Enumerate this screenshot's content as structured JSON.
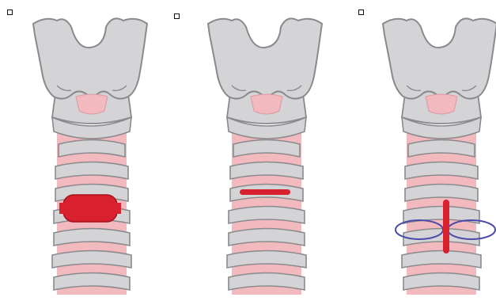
{
  "colors": {
    "cartilage": "#d4d4d6",
    "cartilage_outline": "#8a8a8e",
    "ring_gap": "#f2b9bf",
    "incision": "#d9202f",
    "suture": "#4a4aa8",
    "background": "#ffffff"
  },
  "panels": [
    {
      "marker": "square-marker",
      "incision_type": "window-excision"
    },
    {
      "marker": "square-marker",
      "incision_type": "horizontal-slit"
    },
    {
      "marker": "square-marker",
      "incision_type": "vertical-slit-with-stay-sutures"
    }
  ]
}
